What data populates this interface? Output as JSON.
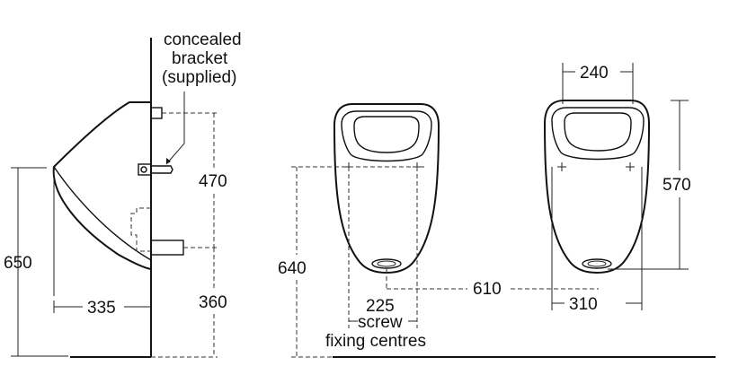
{
  "side_view": {
    "callout_line1": "concealed",
    "callout_line2": "bracket",
    "callout_line3": "(supplied)",
    "dim_height_total": "650",
    "dim_projection": "335",
    "dim_upper": "470",
    "dim_lower": "360"
  },
  "front_view": {
    "dim_height": "640",
    "dim_screw_centres": "225",
    "screw_label": "screw",
    "fixing_label": "fixing centres",
    "dim_spacing": "610"
  },
  "front_view_right": {
    "dim_top_width": "240",
    "dim_height": "570",
    "dim_bottom_width": "310"
  }
}
